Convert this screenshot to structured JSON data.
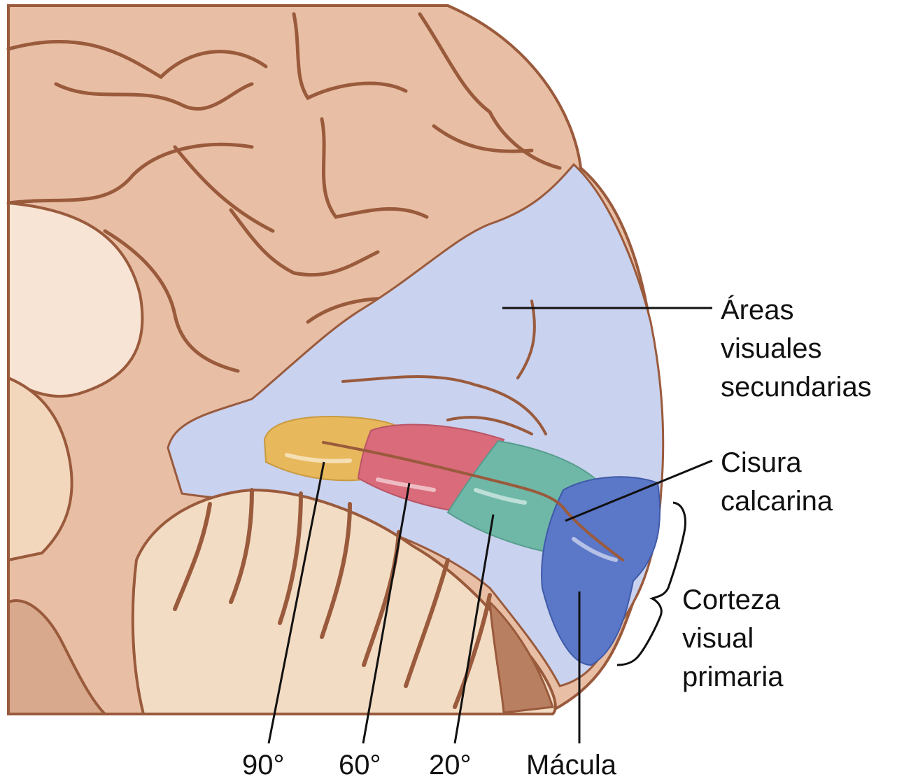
{
  "labels": {
    "secondary": [
      "Áreas",
      "visuales",
      "secundarias"
    ],
    "calcarine": [
      "Cisura",
      "calcarina"
    ],
    "primary": [
      "Corteza",
      "visual",
      "primaria"
    ],
    "deg90": "90°",
    "deg60": "60°",
    "deg20": "20°",
    "macula": "Mácula"
  },
  "colors": {
    "cortex": "#e8bfa5",
    "sulcus": "#9a5a3c",
    "secondary_area": "#c9d2ee",
    "band_90": "#e8b85c",
    "band_60": "#d96b7a",
    "band_20": "#6fb8a8",
    "macula": "#5b77c7",
    "cerebellum": "#f3dcc4",
    "thalamus": "#f7e4d4"
  }
}
